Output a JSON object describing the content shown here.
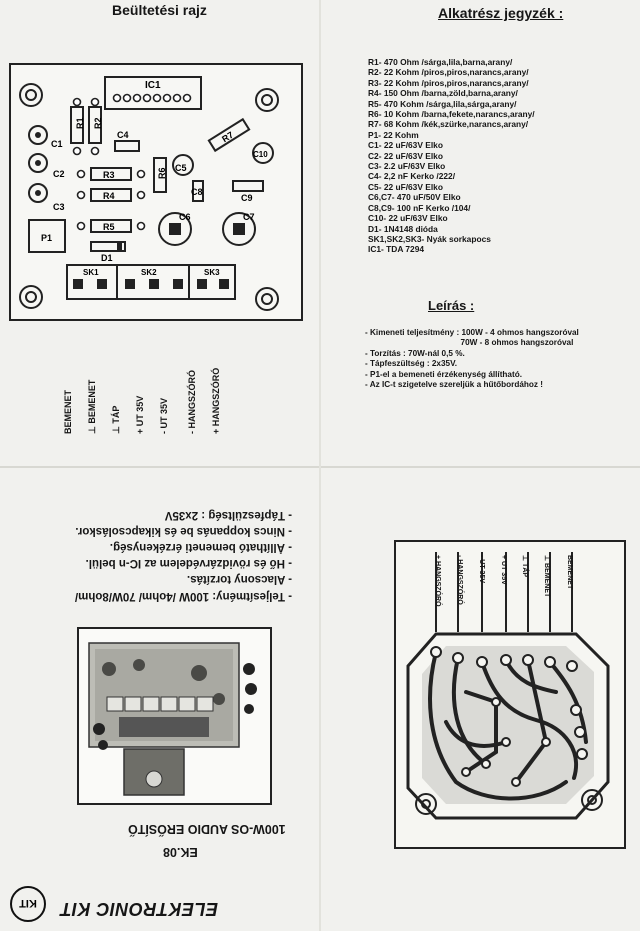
{
  "layout": {
    "title": "Beültetési rajz",
    "board": {
      "ic": "IC1",
      "r1": "R1",
      "r2": "R2",
      "r3": "R3",
      "r4": "R4",
      "r5": "R5",
      "r6": "R6",
      "r7": "R7",
      "c1": "C1",
      "c2": "C2",
      "c3": "C3",
      "c4": "C4",
      "c5": "C5",
      "c6": "C6",
      "c7": "C7",
      "c8": "C8",
      "c9": "C9",
      "c10": "C10",
      "p1": "P1",
      "d1": "D1",
      "sk1": "SK1",
      "sk2": "SK2",
      "sk3": "SK3"
    },
    "leads": [
      "BEMENET",
      "⊥ BEMENET",
      "⊥ TÁP",
      "+ UT 35V",
      "- UT 35V",
      "- HANGSZÓRÓ",
      "+ HANGSZÓRÓ"
    ]
  },
  "parts": {
    "title": "Alkatrész jegyzék :",
    "items": [
      "R1- 470 Ohm /sárga,lila,barna,arany/",
      "R2- 22 Kohm /piros,piros,narancs,arany/",
      "R3- 22 Kohm /piros,piros,narancs,arany/",
      "R4- 150 Ohm /barna,zöld,barna,arany/",
      "R5- 470 Kohm /sárga,lila,sárga,arany/",
      "R6- 10 Kohm /barna,fekete,narancs,arany/",
      "R7- 68 Kohm /kék,szürke,narancs,arany/",
      "P1- 22 Kohm",
      "C1- 22 uF/63V Elko",
      "C2- 22 uF/63V Elko",
      "C3- 2.2 uF/63V Elko",
      "C4- 2,2 nF Kerko /222/",
      "C5- 22 uF/63V Elko",
      "C6,C7- 470 uF/50V Elko",
      "C8,C9- 100 nF Kerko /104/",
      "C10- 22 uF/63V Elko",
      "D1- 1N4148 dióda",
      "SK1,SK2,SK3- Nyák sorkapocs",
      "IC1- TDA 7294"
    ]
  },
  "description": {
    "title": "Leírás :",
    "lines": [
      "- Kimeneti teljesítmény :  100W - 4 ohmos hangszoróval",
      "                                          70W - 8 ohmos hangszoróval",
      "- Torzítás : 70W-nál  0,5 %.",
      "- Tápfeszültség : 2x35V.",
      "- P1-el a bemeneti érzékenység állítható.",
      "- Az IC-t szigetelve szereljük a hűtőbordához !"
    ]
  },
  "specs": {
    "lines": [
      "-   Teljesítmény: 100W /4ohm/ 70W/8ohm/",
      "-   Alacsony torzítás.",
      "-   Hő és rövidzárvédelem az IC-n belül.",
      "-   Állítható bemeneti érzékenység.",
      "-   Nincs koppanás be és kikapcsoláskor.",
      "-   Tápfeszültség : 2x35V"
    ]
  },
  "product": {
    "title": "100W-OS AUDIO ERŐSÍTŐ",
    "code": "EK.08",
    "brand": "ELEKTRONIC KIT",
    "logo": "KIT"
  },
  "pcb": {
    "labels": [
      "BEMENET",
      "⊥ BEMENET",
      "⊥ TÁP",
      "+ UT 35V",
      "- UT 35V",
      "- HANGSZÓRÓ",
      "+ HANGSZÓRÓ"
    ]
  }
}
